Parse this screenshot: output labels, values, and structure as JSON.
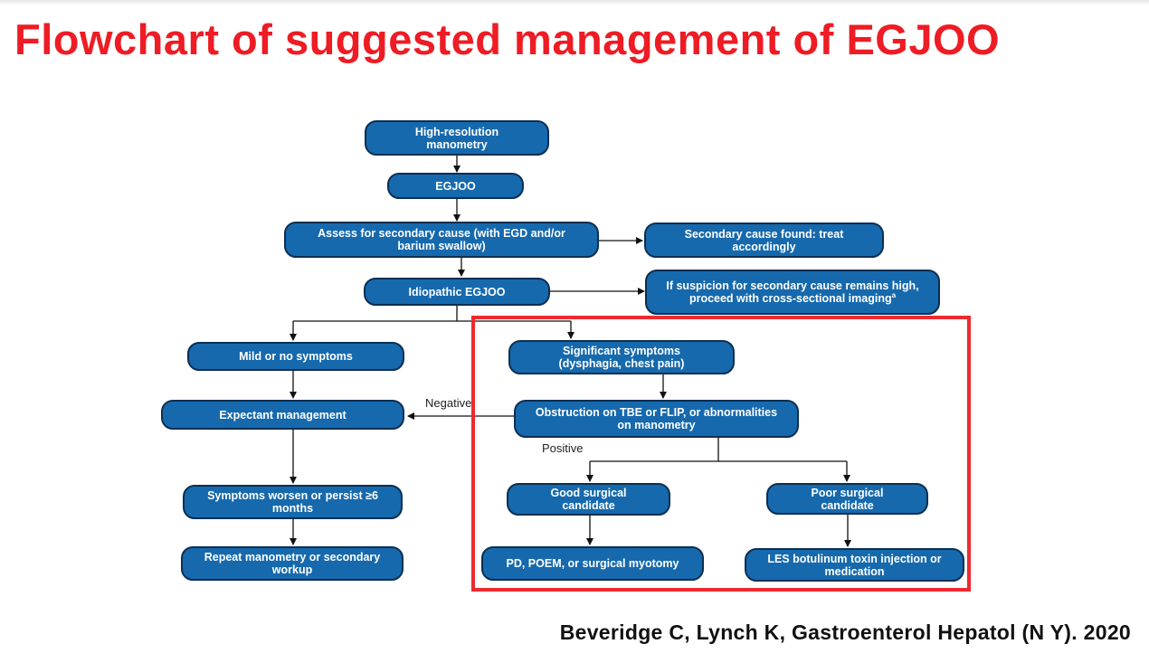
{
  "slide": {
    "title": "Flowchart of suggested management of EGJOO",
    "citation": "Beveridge C, Lynch K, Gastroenterol Hepatol (N Y). 2020"
  },
  "flowchart": {
    "nodes": {
      "hrm": "High-resolution manometry",
      "egjoo": "EGJOO",
      "assess": "Assess for secondary cause (with EGD and/or barium swallow)",
      "secondary_found": "Secondary cause found: treat accordingly",
      "idiopathic": "Idiopathic EGJOO",
      "suspicion": "If suspicion for secondary cause remains high, proceed with cross-sectional imaging",
      "suspicion_footnote": "a",
      "mild": "Mild or no symptoms",
      "significant": "Significant symptoms (dysphagia, chest pain)",
      "expectant": "Expectant management",
      "obstruction": "Obstruction on TBE or FLIP, or abnormalities on manometry",
      "worsen": "Symptoms worsen or persist ≥6 months",
      "good_candidate": "Good surgical candidate",
      "poor_candidate": "Poor surgical candidate",
      "repeat": "Repeat manometry or secondary workup",
      "pd_poem": "PD, POEM, or surgical myotomy",
      "les_botox": "LES botulinum toxin injection or medication"
    },
    "edge_labels": {
      "negative": "Negative",
      "positive": "Positive"
    },
    "colors": {
      "node_fill": "#1669ad",
      "node_border": "#0b2f52",
      "title_red": "#ee1c24",
      "highlight_red": "#ee2a2f"
    }
  }
}
